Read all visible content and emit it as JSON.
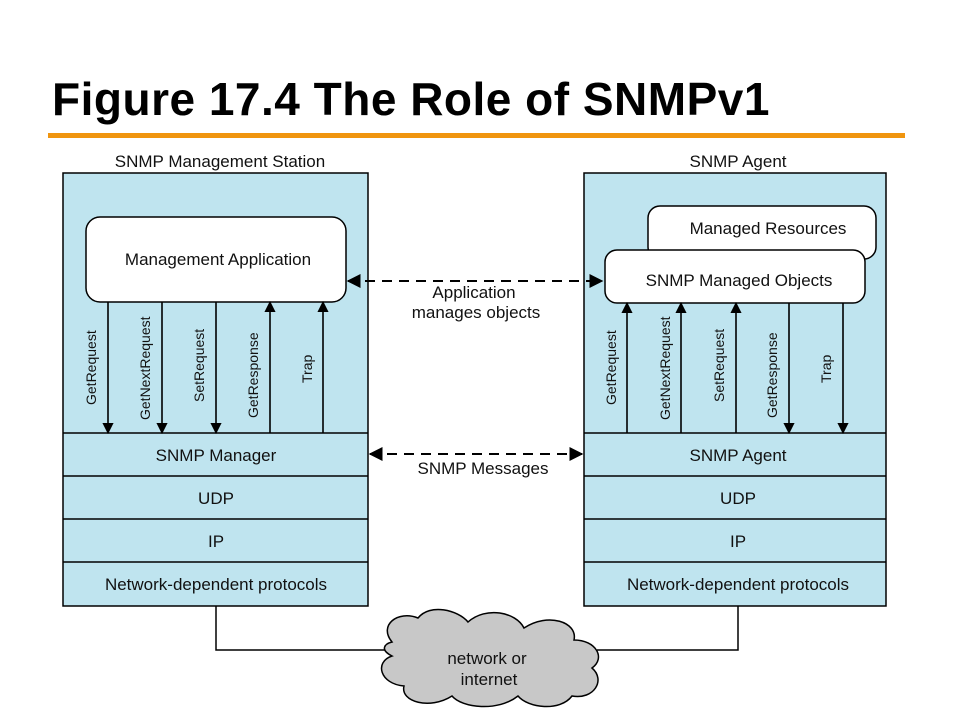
{
  "title": "Figure 17.4 The Role of SNMPv1",
  "colors": {
    "accent_rule": "#f0950f",
    "panel_fill": "#bfe4ef",
    "box_fill": "#ffffff",
    "cloud_fill": "#c8c8c8"
  },
  "manager_station": {
    "header": "SNMP Management Station",
    "app_label": "Management Application",
    "pdus": [
      "GetRequest",
      "GetNextRequest",
      "SetRequest",
      "GetResponse",
      "Trap"
    ],
    "layers": [
      "SNMP Manager",
      "UDP",
      "IP",
      "Network-dependent protocols"
    ]
  },
  "agent_station": {
    "header": "SNMP Agent",
    "resources_label": "Managed Resources",
    "objects_label": "SNMP Managed Objects",
    "pdus": [
      "GetRequest",
      "GetNextRequest",
      "SetRequest",
      "GetResponse",
      "Trap"
    ],
    "layers": [
      "SNMP Agent",
      "UDP",
      "IP",
      "Network-dependent protocols"
    ]
  },
  "middle": {
    "app_line1": "Application",
    "app_line2": "manages objects",
    "messages": "SNMP Messages"
  },
  "network": {
    "line1": "network or",
    "line2": "internet"
  }
}
